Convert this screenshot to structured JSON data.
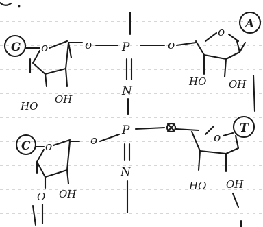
{
  "top_pair": {
    "left_base": "G",
    "right_base": "A",
    "phosphate": "P",
    "nitrogen": "N",
    "linker_o": "o",
    "left_ring_o": "o",
    "right_ring_o": "o",
    "left_hydroxyls": [
      "HO",
      "OH"
    ],
    "right_hydroxyls": [
      "HO",
      "OH"
    ]
  },
  "bottom_pair": {
    "left_base": "C",
    "right_base": "T",
    "phosphate": "P",
    "nitrogen": "N",
    "linker_o": "o",
    "left_ring_o": "o",
    "right_ring_o": "o",
    "left_hydroxyls": [
      "O",
      "OH"
    ],
    "right_hydroxyls": [
      "HO",
      "OH"
    ]
  }
}
